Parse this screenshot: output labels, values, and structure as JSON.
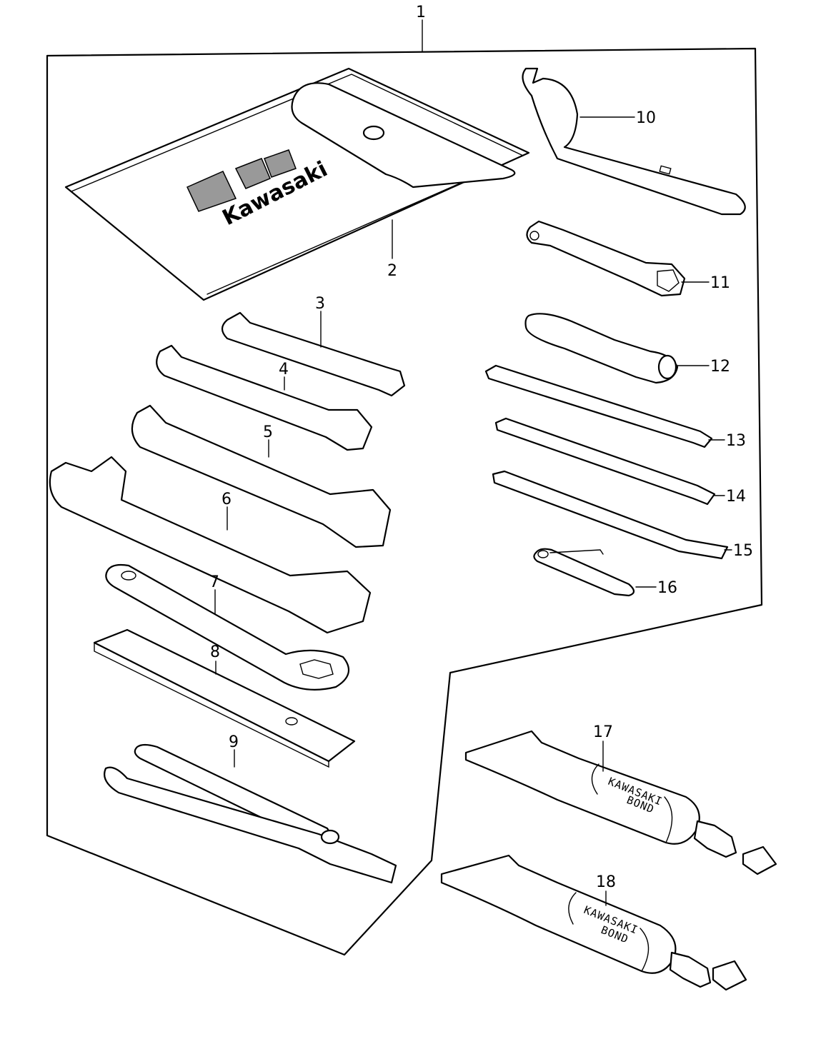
{
  "diagram": {
    "brand_text": "Kawasaki",
    "tube_label_line1": "KAWASAKI",
    "tube_label_line2": "BOND",
    "callouts": [
      "1",
      "2",
      "3",
      "4",
      "5",
      "6",
      "7",
      "8",
      "9",
      "10",
      "11",
      "12",
      "13",
      "14",
      "15",
      "16",
      "17",
      "18"
    ]
  }
}
